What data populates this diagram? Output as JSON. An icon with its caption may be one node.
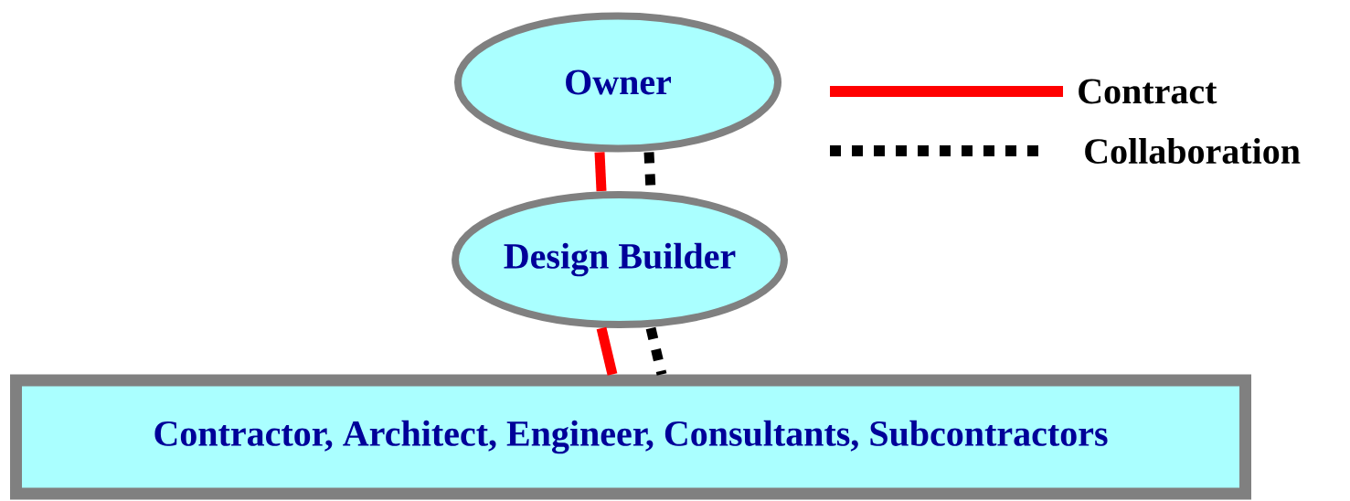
{
  "diagram": {
    "nodes": [
      {
        "text": [
          "Owner"
        ]
      },
      {
        "text": [
          "Design Builder"
        ]
      },
      {
        "text": [
          "Contractor, Architect, Engineer, Consultants, Subcontractors"
        ]
      }
    ],
    "edges": [
      {
        "from": 0,
        "to": 1,
        "arrow": "none",
        "color": "#ff0000"
      },
      {
        "from": 0,
        "to": 1,
        "arrow": "none",
        "style": "dashed",
        "color": "#000000"
      },
      {
        "from": 1,
        "to": 2,
        "arrow": "none",
        "color": "#ff0000"
      },
      {
        "from": 1,
        "to": 2,
        "arrow": "none",
        "style": "dashed",
        "color": "#000000"
      }
    ],
    "legend": [
      {
        "text": "Contract"
      },
      {
        "text": "Collaboration"
      }
    ]
  }
}
